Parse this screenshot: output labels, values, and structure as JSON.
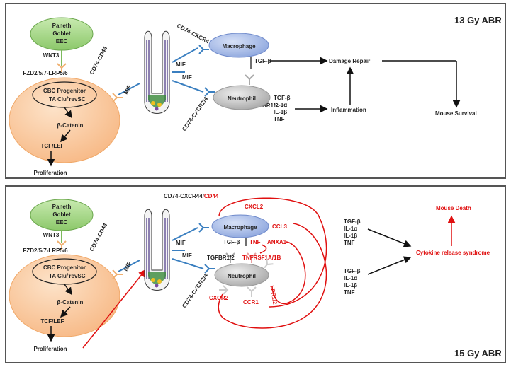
{
  "panel1": {
    "title": "13 Gy ABR",
    "cell_types": [
      "Paneth",
      "Goblet",
      "EEC"
    ],
    "ligand": "WNT3",
    "receptor": "FZD2/5/7-LRP5/6",
    "progenitor_line1": "CBC Progenitor",
    "progenitor_line2": "TA Clu",
    "progenitor_sup": "+",
    "progenitor_line2b": "revSC",
    "beta_catenin": "β-Catenin",
    "tcf": "TCF/LEF",
    "proliferation": "Proliferation",
    "cd74_cd44": "CD74-CD44",
    "mif": "MIF",
    "cd74_cxcr4": "CD74-CXCR4",
    "cd74_cxcr24": "CD74-CXCR2/4",
    "macrophage": "Macrophage",
    "neutrophil": "Neutrophil",
    "tgfb": "TGF-β",
    "tgfbr": "TGFBR1/2",
    "cytokines": [
      "TGF-β",
      "IL-1α",
      "IL-1β",
      "TNF"
    ],
    "damage_repair": "Damage Repair",
    "inflammation": "Inflammation",
    "mouse_survival": "Mouse Survival"
  },
  "panel2": {
    "title": "15 Gy ABR",
    "cell_types": [
      "Paneth",
      "Goblet",
      "EEC"
    ],
    "ligand": "WNT3",
    "receptor": "FZD2/5/7-LRP5/6",
    "progenitor_line1": "CBC Progenitor",
    "progenitor_line2": "TA Clu",
    "progenitor_sup": "+",
    "progenitor_line2b": "revSC",
    "beta_catenin": "β-Catenin",
    "tcf": "TCF/LEF",
    "proliferation": "Proliferation",
    "cd74_cd44": "CD74-CD44",
    "mif": "MIF",
    "cd74_cxcr44": "CD74-CXCR44/",
    "cd44_red": "CD44",
    "cd74_cxcr24": "CD74-CXCR2/4",
    "macrophage": "Macrophage",
    "neutrophil": "Neutrophil",
    "tgfb": "TGF-β",
    "tnf": "TNF",
    "tgfbr": "TGFBR1/2",
    "cxcl2": "CXCL2",
    "ccl3": "CCL3",
    "anxa1": "ANXA1",
    "tnfrsf": "TNFRSF1A/1B",
    "fpr": "FPR1/2",
    "cxcr2": "CXCR2",
    "ccr1": "CCR1",
    "cytokines_a": [
      "TGF-β",
      "IL-1α",
      "IL-1β",
      "TNF"
    ],
    "cytokines_b": [
      "TGF-β",
      "IL-1α",
      "IL-1β",
      "TNF"
    ],
    "mouse_death": "Mouse Death",
    "crs": "Cytokine release syndrome"
  },
  "colors": {
    "green_cell": "#a8d98a",
    "orange_cell": "#fbd0a8",
    "macrophage": "#aebfe8",
    "neutrophil": "#c8c8c8",
    "blue_receptor": "#3a7fc0",
    "red": "#e01010",
    "orange_receptor": "#f0b070",
    "green_receptor": "#7cba5c"
  }
}
